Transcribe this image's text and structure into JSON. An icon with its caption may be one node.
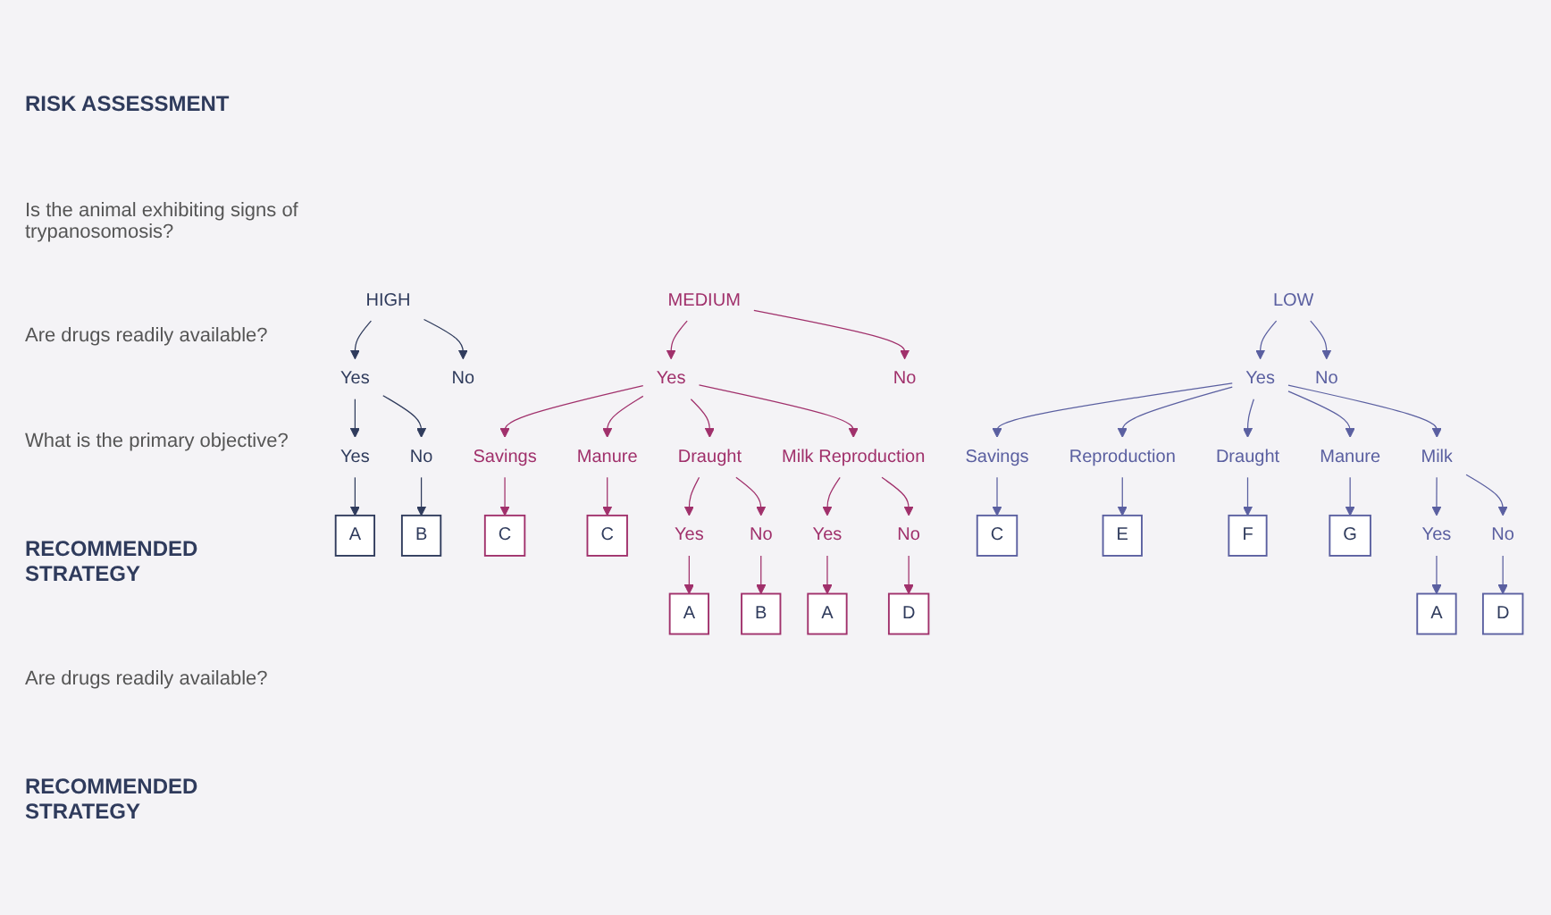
{
  "diagram": {
    "nodes": [
      {
        "text": [
          "HIGH"
        ]
      },
      {
        "text": [
          "Yes"
        ]
      },
      {
        "text": [
          "No"
        ]
      },
      {
        "text": [
          "Yes"
        ]
      },
      {
        "text": [
          "No"
        ]
      },
      {
        "text": [
          "A"
        ]
      },
      {
        "text": [
          "B"
        ]
      },
      {
        "text": [
          "MEDIUM"
        ]
      },
      {
        "text": [
          "Yes"
        ]
      },
      {
        "text": [
          "No"
        ]
      },
      {
        "text": [
          "Savings"
        ]
      },
      {
        "text": [
          "Draught"
        ]
      },
      {
        "text": [
          "Milk Reproduction"
        ]
      },
      {
        "text": [
          "Manure"
        ]
      },
      {
        "text": [
          "C"
        ]
      },
      {
        "text": [
          "C"
        ]
      },
      {
        "text": [
          "Yes"
        ]
      },
      {
        "text": [
          "No"
        ]
      },
      {
        "text": [
          "Yes"
        ]
      },
      {
        "text": [
          "No"
        ]
      },
      {
        "text": [
          "A"
        ]
      },
      {
        "text": [
          "B"
        ]
      },
      {
        "text": [
          "A"
        ]
      },
      {
        "text": [
          "D"
        ]
      },
      {
        "text": [
          "LOW"
        ]
      },
      {
        "text": [
          "Yes"
        ]
      },
      {
        "text": [
          "No"
        ]
      },
      {
        "text": [
          "Savings"
        ]
      },
      {
        "text": [
          "Milk"
        ]
      },
      {
        "text": [
          "Reproduction"
        ]
      },
      {
        "text": [
          "Draught"
        ]
      },
      {
        "text": [
          "Manure"
        ]
      },
      {
        "text": [
          "C"
        ]
      },
      {
        "text": [
          "E"
        ]
      },
      {
        "text": [
          "F"
        ]
      },
      {
        "text": [
          "G"
        ]
      },
      {
        "text": [
          "Yes"
        ]
      },
      {
        "text": [
          "No"
        ]
      },
      {
        "text": [
          "A"
        ]
      },
      {
        "text": [
          "D"
        ]
      }
    ],
    "edges": [
      {
        "from": 0,
        "to": 1,
        "arrow": "to",
        "color": "#2f3b5c"
      },
      {
        "from": 0,
        "to": 2,
        "arrow": "to",
        "color": "#2f3b5c"
      },
      {
        "from": 1,
        "to": 3,
        "arrow": "to",
        "color": "#2f3b5c"
      },
      {
        "from": 1,
        "to": 4,
        "arrow": "to",
        "color": "#2f3b5c"
      },
      {
        "from": 3,
        "to": 5,
        "arrow": "to",
        "color": "#2f3b5c"
      },
      {
        "from": 4,
        "to": 6,
        "arrow": "to",
        "color": "#2f3b5c"
      },
      {
        "from": 7,
        "to": 8,
        "arrow": "to",
        "color": "#a0306b"
      },
      {
        "from": 7,
        "to": 9,
        "arrow": "to",
        "color": "#a0306b"
      },
      {
        "from": 8,
        "to": 10,
        "arrow": "to",
        "color": "#a0306b"
      },
      {
        "from": 8,
        "to": 11,
        "arrow": "to",
        "color": "#a0306b"
      },
      {
        "from": 8,
        "to": 12,
        "arrow": "to",
        "color": "#a0306b"
      },
      {
        "from": 8,
        "to": 13,
        "arrow": "to",
        "color": "#a0306b"
      },
      {
        "from": 10,
        "to": 14,
        "arrow": "to",
        "color": "#a0306b"
      },
      {
        "from": 13,
        "to": 15,
        "arrow": "to",
        "color": "#a0306b"
      },
      {
        "from": 11,
        "to": 16,
        "arrow": "to",
        "color": "#a0306b"
      },
      {
        "from": 11,
        "to": 17,
        "arrow": "to",
        "color": "#a0306b"
      },
      {
        "from": 12,
        "to": 18,
        "arrow": "to",
        "color": "#a0306b"
      },
      {
        "from": 12,
        "to": 19,
        "arrow": "to",
        "color": "#a0306b"
      },
      {
        "from": 16,
        "to": 20,
        "arrow": "to",
        "color": "#a0306b"
      },
      {
        "from": 17,
        "to": 21,
        "arrow": "to",
        "color": "#a0306b"
      },
      {
        "from": 18,
        "to": 22,
        "arrow": "to",
        "color": "#a0306b"
      },
      {
        "from": 19,
        "to": 23,
        "arrow": "to",
        "color": "#a0306b"
      },
      {
        "from": 24,
        "to": 25,
        "arrow": "to",
        "color": "#5a5fa0"
      },
      {
        "from": 24,
        "to": 26,
        "arrow": "to",
        "color": "#5a5fa0"
      },
      {
        "from": 25,
        "to": 27,
        "arrow": "to",
        "color": "#5a5fa0"
      },
      {
        "from": 25,
        "to": 28,
        "arrow": "to",
        "color": "#5a5fa0"
      },
      {
        "from": 25,
        "to": 29,
        "arrow": "to",
        "color": "#5a5fa0"
      },
      {
        "from": 25,
        "to": 30,
        "arrow": "to",
        "color": "#5a5fa0"
      },
      {
        "from": 25,
        "to": 31,
        "arrow": "to",
        "color": "#5a5fa0"
      },
      {
        "from": 27,
        "to": 32,
        "arrow": "to",
        "color": "#5a5fa0"
      },
      {
        "from": 29,
        "to": 33,
        "arrow": "to",
        "color": "#5a5fa0"
      },
      {
        "from": 30,
        "to": 34,
        "arrow": "to",
        "color": "#5a5fa0"
      },
      {
        "from": 31,
        "to": 35,
        "arrow": "to",
        "color": "#5a5fa0"
      },
      {
        "from": 28,
        "to": 36,
        "arrow": "to",
        "color": "#5a5fa0"
      },
      {
        "from": 28,
        "to": 37,
        "arrow": "to",
        "color": "#5a5fa0"
      },
      {
        "from": 36,
        "to": 38,
        "arrow": "to",
        "color": "#5a5fa0"
      },
      {
        "from": 37,
        "to": 39,
        "arrow": "to",
        "color": "#5a5fa0"
      }
    ],
    "labels": [
      "RISK ASSESSMENT",
      "Is the animal exhibiting signs of trypanosomosis?",
      "Are drugs readily available?",
      "What is the primary objective?",
      "RECOMMENDED STRATEGY",
      "Are drugs readily available?",
      "RECOMMENDED STRATEGY"
    ]
  }
}
